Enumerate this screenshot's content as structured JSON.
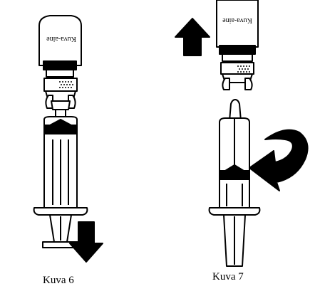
{
  "figure6": {
    "caption": "Kuva 6",
    "vial_label": "Kuva-aine",
    "arrow_direction": "down"
  },
  "figure7": {
    "caption": "Kuva 7",
    "vial_label": "Kuva-aine",
    "arrow_direction": "up",
    "rotation_direction": "curved-left"
  },
  "colors": {
    "line": "#000000",
    "fill": "#ffffff"
  }
}
